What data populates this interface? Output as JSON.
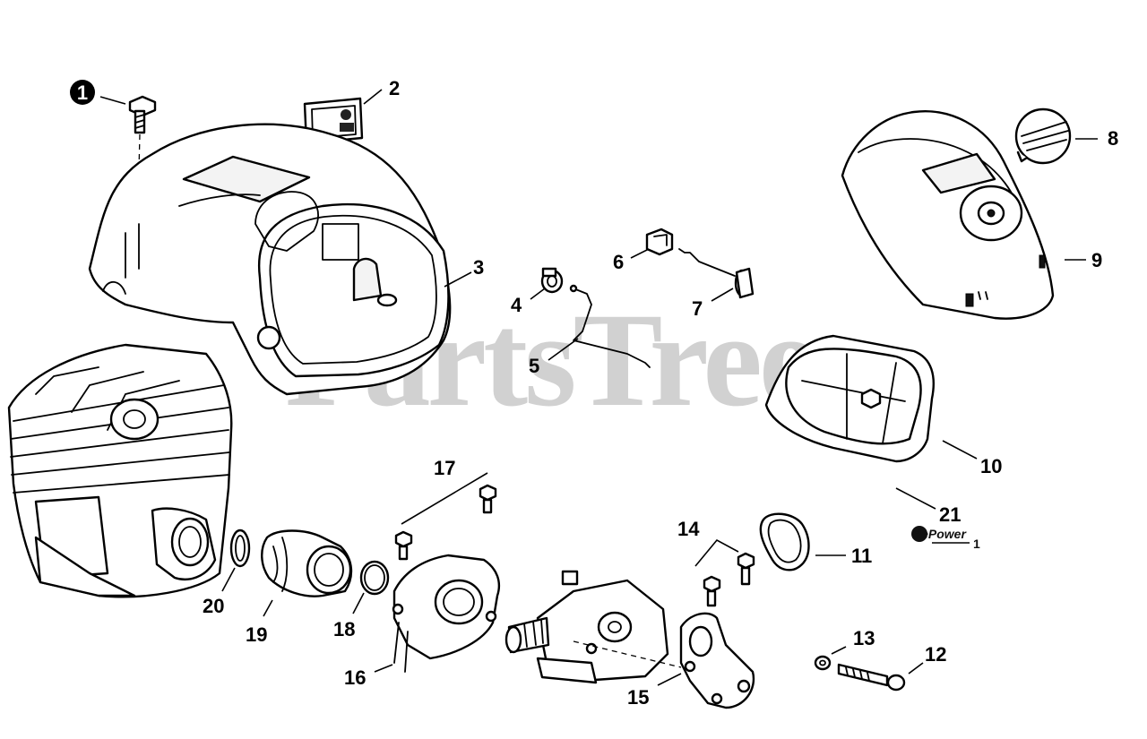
{
  "watermark": "PartsTree",
  "brand_logo": {
    "text": "RePower",
    "suffix": "1"
  },
  "callouts": {
    "c1": "1",
    "c2": "2",
    "c3": "3",
    "c4": "4",
    "c5": "5",
    "c6": "6",
    "c7": "7",
    "c8": "8",
    "c9": "9",
    "c10": "10",
    "c11": "11",
    "c12": "12",
    "c13": "13",
    "c14": "14",
    "c15": "15",
    "c16": "16",
    "c17": "17",
    "c18": "18",
    "c19": "19",
    "c20": "20",
    "c21": "21"
  }
}
